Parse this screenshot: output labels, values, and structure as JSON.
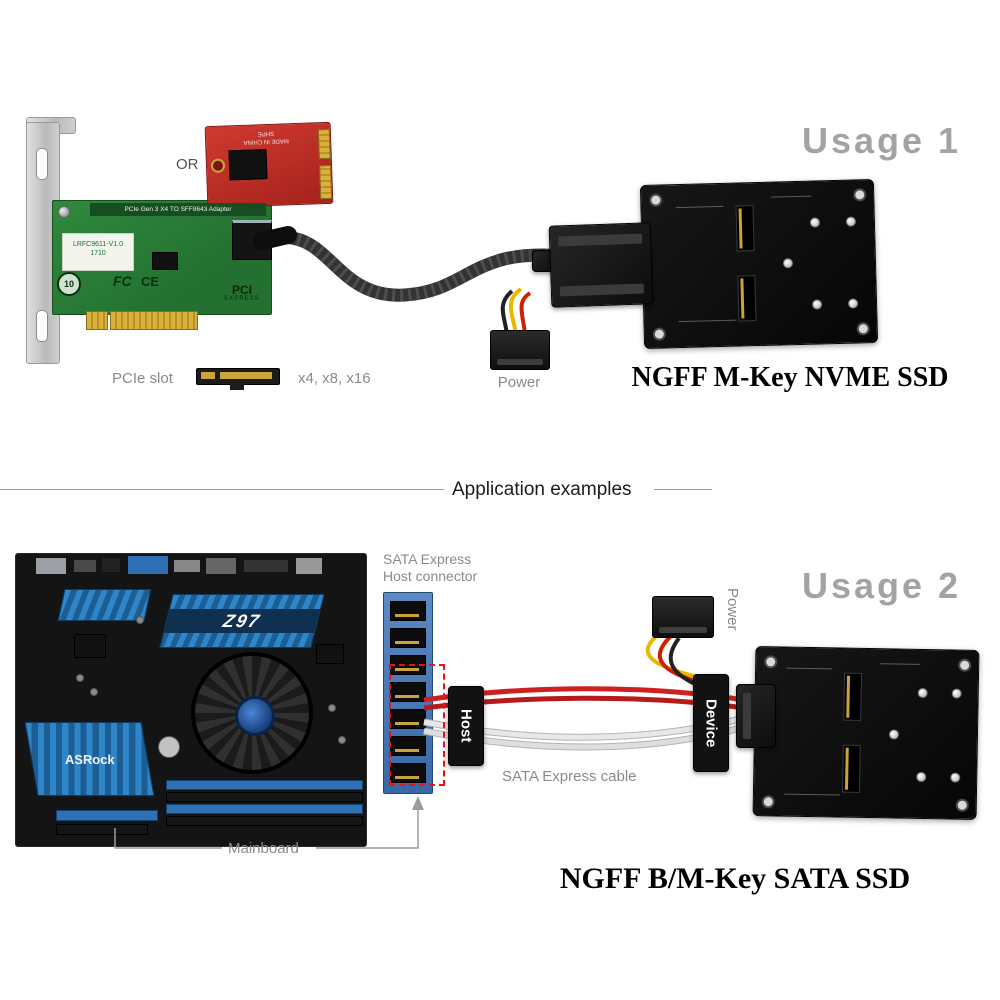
{
  "usage1": {
    "title": "Usage 1",
    "or_label": "OR",
    "red_card": {
      "text1": "MADE IN CHINA",
      "text2": "SHPE"
    },
    "green_card": {
      "header": "PCIe Gen 3 X4 TO SFF8643 Adapter",
      "model": "LRFC9611-V1.0",
      "rev": "1710",
      "cert_circle": "10",
      "fcc": "FC",
      "ce": "CE",
      "pci_logo_top": "PCI",
      "pci_logo_bottom": "EXPRESS"
    },
    "pcie_slot_label": "PCIe slot",
    "slot_sizes": "x4, x8, x16",
    "power_label": "Power",
    "product_label": "NGFF M-Key NVME SSD"
  },
  "divider_label": "Application examples",
  "usage2": {
    "title": "Usage 2",
    "host_connector_label_line1": "SATA Express",
    "host_connector_label_line2": "Host connector",
    "power_label": "Power",
    "host_label": "Host",
    "device_label": "Device",
    "cable_label": "SATA Express cable",
    "mainboard_label": "Mainboard",
    "board_brand": "Z97",
    "board_maker": "ASRock",
    "product_label": "NGFF B/M-Key SATA SSD"
  },
  "colors": {
    "accent_red": "#cf2020",
    "cable_white": "#e5e5e5",
    "wire_yellow": "#e8b800",
    "pcb_green": "#2f8a3c",
    "title_gray": "#a3a3a3"
  }
}
